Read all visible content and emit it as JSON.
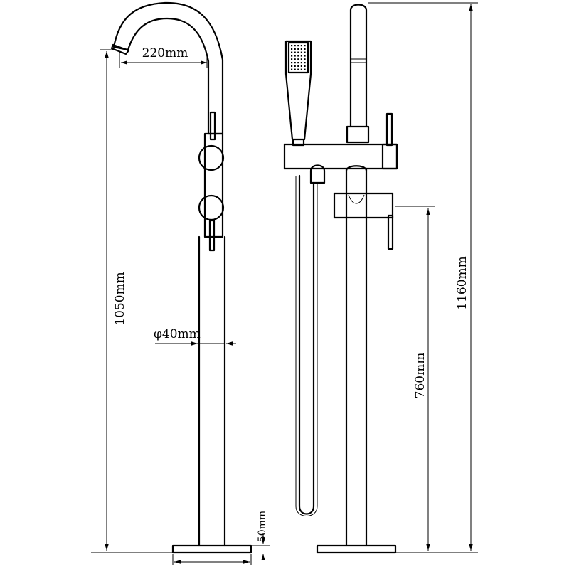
{
  "dimensions": {
    "spout_reach": "220mm",
    "pipe_diameter": "φ40mm",
    "spout_height": "1050mm",
    "total_height": "1160mm",
    "handle_height": "760mm",
    "base_thickness": "50mm"
  },
  "colors": {
    "ink": "#000000",
    "paper": "#ffffff"
  }
}
